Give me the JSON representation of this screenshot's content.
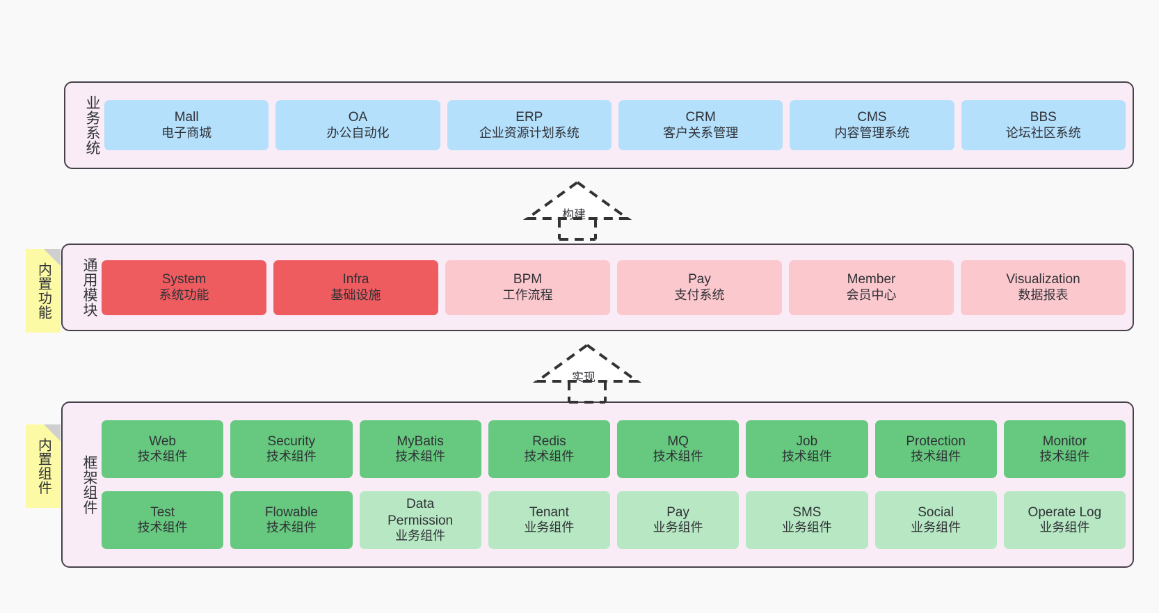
{
  "canvas": {
    "background": "#f9f9f9",
    "container_fill": "#f9ecf6",
    "container_stroke": "#46404b"
  },
  "layers": [
    {
      "id": "business-system",
      "title": "业务系统",
      "card_color": "#b4e0fc",
      "rows": [
        {
          "cards": [
            {
              "en": "Mall",
              "cn": "电子商城",
              "style": "blue"
            },
            {
              "en": "OA",
              "cn": "办公自动化",
              "style": "blue"
            },
            {
              "en": "ERP",
              "cn": "企业资源计划系统",
              "style": "blue"
            },
            {
              "en": "CRM",
              "cn": "客户关系管理",
              "style": "blue"
            },
            {
              "en": "CMS",
              "cn": "内容管理系统",
              "style": "blue"
            },
            {
              "en": "BBS",
              "cn": "论坛社区系统",
              "style": "blue"
            }
          ]
        }
      ]
    },
    {
      "id": "common-module",
      "title": "通用模块",
      "sticky": "内置功能",
      "rows": [
        {
          "cards": [
            {
              "en": "System",
              "cn": "系统功能",
              "style": "red"
            },
            {
              "en": "Infra",
              "cn": "基础设施",
              "style": "red"
            },
            {
              "en": "BPM",
              "cn": "工作流程",
              "style": "pink"
            },
            {
              "en": "Pay",
              "cn": "支付系统",
              "style": "pink"
            },
            {
              "en": "Member",
              "cn": "会员中心",
              "style": "pink"
            },
            {
              "en": "Visualization",
              "cn": "数据报表",
              "style": "pink"
            }
          ]
        }
      ]
    },
    {
      "id": "framework-component",
      "title": "框架组件",
      "sticky": "内置组件",
      "rows": [
        {
          "cards": [
            {
              "en": "Web",
              "cn": "技术组件",
              "style": "green"
            },
            {
              "en": "Security",
              "cn": "技术组件",
              "style": "green"
            },
            {
              "en": "MyBatis",
              "cn": "技术组件",
              "style": "green"
            },
            {
              "en": "Redis",
              "cn": "技术组件",
              "style": "green"
            },
            {
              "en": "MQ",
              "cn": "技术组件",
              "style": "green"
            },
            {
              "en": "Job",
              "cn": "技术组件",
              "style": "green"
            },
            {
              "en": "Protection",
              "cn": "技术组件",
              "style": "green"
            },
            {
              "en": "Monitor",
              "cn": "技术组件",
              "style": "green"
            }
          ]
        },
        {
          "cards": [
            {
              "en": "Test",
              "cn": "技术组件",
              "style": "green"
            },
            {
              "en": "Flowable",
              "cn": "技术组件",
              "style": "green"
            },
            {
              "en": "Data\nPermission",
              "cn": "业务组件",
              "style": "lightgreen"
            },
            {
              "en": "Tenant",
              "cn": "业务组件",
              "style": "lightgreen"
            },
            {
              "en": "Pay",
              "cn": "业务组件",
              "style": "lightgreen"
            },
            {
              "en": "SMS",
              "cn": "业务组件",
              "style": "lightgreen"
            },
            {
              "en": "Social",
              "cn": "业务组件",
              "style": "lightgreen"
            },
            {
              "en": "Operate Log",
              "cn": "业务组件",
              "style": "lightgreen"
            }
          ]
        }
      ]
    }
  ],
  "connectors": [
    {
      "id": "build",
      "label": "构建"
    },
    {
      "id": "implement",
      "label": "实现"
    }
  ]
}
